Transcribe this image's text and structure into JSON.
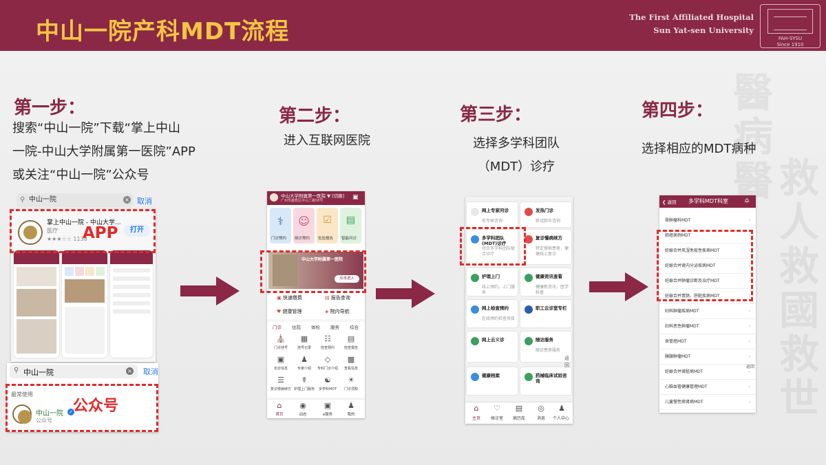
{
  "header": {
    "title": "中山一院产科MDT流程",
    "org_line1": "The First Affiliated Hospital",
    "org_line2": "Sun Yat-sen University",
    "logo_text1": "FAH-SYSU",
    "logo_text2": "Since 1910"
  },
  "calligraphy": [
    "醫",
    "病",
    "醫",
    "救",
    "人",
    "救",
    "國",
    "救",
    "世"
  ],
  "steps": [
    {
      "title": "第一步：",
      "lines": [
        "搜索“中山一院”下载“掌上中山",
        "一院-中山大学附属第一医院”APP",
        "或关注“中山一院”公众号"
      ]
    },
    {
      "title": "第二步：",
      "lines": [
        "进入互联网医院"
      ]
    },
    {
      "title": "第三步：",
      "lines": [
        "选择多学科团队",
        "（MDT）诊疗"
      ]
    },
    {
      "title": "第四步：",
      "lines": [
        "选择相应的MDT病种"
      ]
    }
  ],
  "step1": {
    "search_text": "中山一院",
    "cancel": "取消",
    "app_name": "掌上中山一院 - 中山大学...",
    "app_category": "医疗",
    "app_rating": "★★★☆☆ 1138",
    "open": "打开",
    "app_label": "APP",
    "search2_text": "中山一院",
    "cancel2": "取消",
    "recent": "最常使用",
    "account_name": "中山一院",
    "account_type": "公众号",
    "account_label": "公众号"
  },
  "step2": {
    "hospital": "中山大学附属第一医院 ▼ [切换]",
    "address": "广州市越秀区中山二路58号",
    "tiles": [
      "门诊预约",
      "候诊预约",
      "检验报告",
      "智能问诊"
    ],
    "tile_colors": [
      "#d8e8f7",
      "#f8d8df",
      "#fbe7c8",
      "#dff1df"
    ],
    "banner_text": "中山大学附属第一医院",
    "banner_btn": "点击进入",
    "quick": [
      "快速缴费",
      "报告查询",
      "健康管理",
      "院内导航"
    ],
    "tabs": [
      "门诊",
      "住院",
      "体检",
      "服务",
      "综合"
    ],
    "grid": [
      "门诊挂号",
      "挂号记录",
      "检查预约",
      "检查报告",
      "出诊信息",
      "专家介绍",
      "专科门诊介绍",
      "查看信息",
      "复诊慢病续方",
      "护理上门服务",
      "多学科MDT",
      "门诊须知"
    ],
    "nav": [
      "首页",
      "动态",
      "e服务",
      "我的"
    ]
  },
  "step3": {
    "cards": [
      {
        "title": "网上专家问诊",
        "sub": "名专家咨询",
        "color": "#e8e8e8"
      },
      {
        "title": "发热门诊",
        "sub": "新冠肺炎咨询",
        "color": "#e24a4a"
      },
      {
        "title": "多学科团队(MDT)诊疗",
        "sub": "综合多学科团队联合诊疗",
        "color": "#3a8de0"
      },
      {
        "title": "复诊慢病续方",
        "sub": "特定慢病患者，便捷线上复诊",
        "color": "#e24a4a"
      },
      {
        "title": "护理上门",
        "sub": "线上预约，上门服务",
        "color": "#3aa05a"
      },
      {
        "title": "健康资讯查看",
        "sub": "健康新资讯，医学科普",
        "color": "#3aa05a"
      },
      {
        "title": "网上检查预约",
        "sub": "在线预约检查项目",
        "color": "#3a8de0"
      },
      {
        "title": "职工云诊室专栏",
        "sub": "",
        "color": "#2a5cb0"
      },
      {
        "title": "网上云义诊",
        "sub": "",
        "color": "#3aa05a"
      },
      {
        "title": "随访服务",
        "sub": "随访患者服务",
        "color": "#3aa05a"
      },
      {
        "title": "健康档案",
        "sub": "",
        "color": "#3a8de0"
      },
      {
        "title": "药械临床试验咨询",
        "sub": "",
        "color": "#3aa05a"
      }
    ],
    "back": "返回",
    "nav": [
      "主页",
      "候诊室",
      "病历库",
      "消息",
      "个人中心"
    ]
  },
  "step4": {
    "back": "返回",
    "title": "多学科MDT科室",
    "items": [
      "骨肿瘤科MDT",
      "肺癌病例MDT",
      "妊娠合并风湿免疫性疾病MDT",
      "妊娠合并肾内分泌疾病MDT",
      "妊娠合并肿瘤诊断及治疗MDT",
      "妊娠合并胃肠、肝脏疾病MDT",
      "妇科肿瘤疾病MDT",
      "妇科恶性肿瘤MDT",
      "食管癌MDT",
      "胰腺肿瘤MDT",
      "妊娠合并肾脏病MDT",
      "心脑血管健康管理MDT",
      "儿童慢性病肾病MDT"
    ],
    "back2": "返回"
  }
}
